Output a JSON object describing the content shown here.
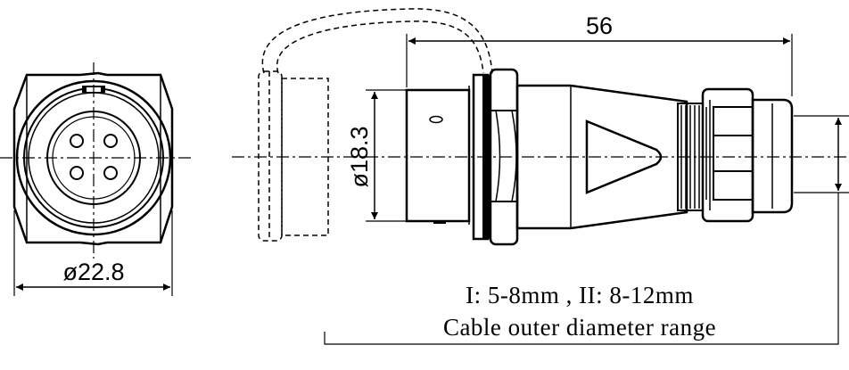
{
  "dimensions": {
    "length": "56",
    "body_diameter": "ø18.3",
    "flange_diameter": "ø22.8"
  },
  "note": {
    "line1": "I: 5-8mm  , II: 8-12mm",
    "line2": "Cable outer  diameter range"
  },
  "features": {
    "pin_count": 4
  },
  "colors": {
    "line": "#000000",
    "background": "#ffffff"
  }
}
